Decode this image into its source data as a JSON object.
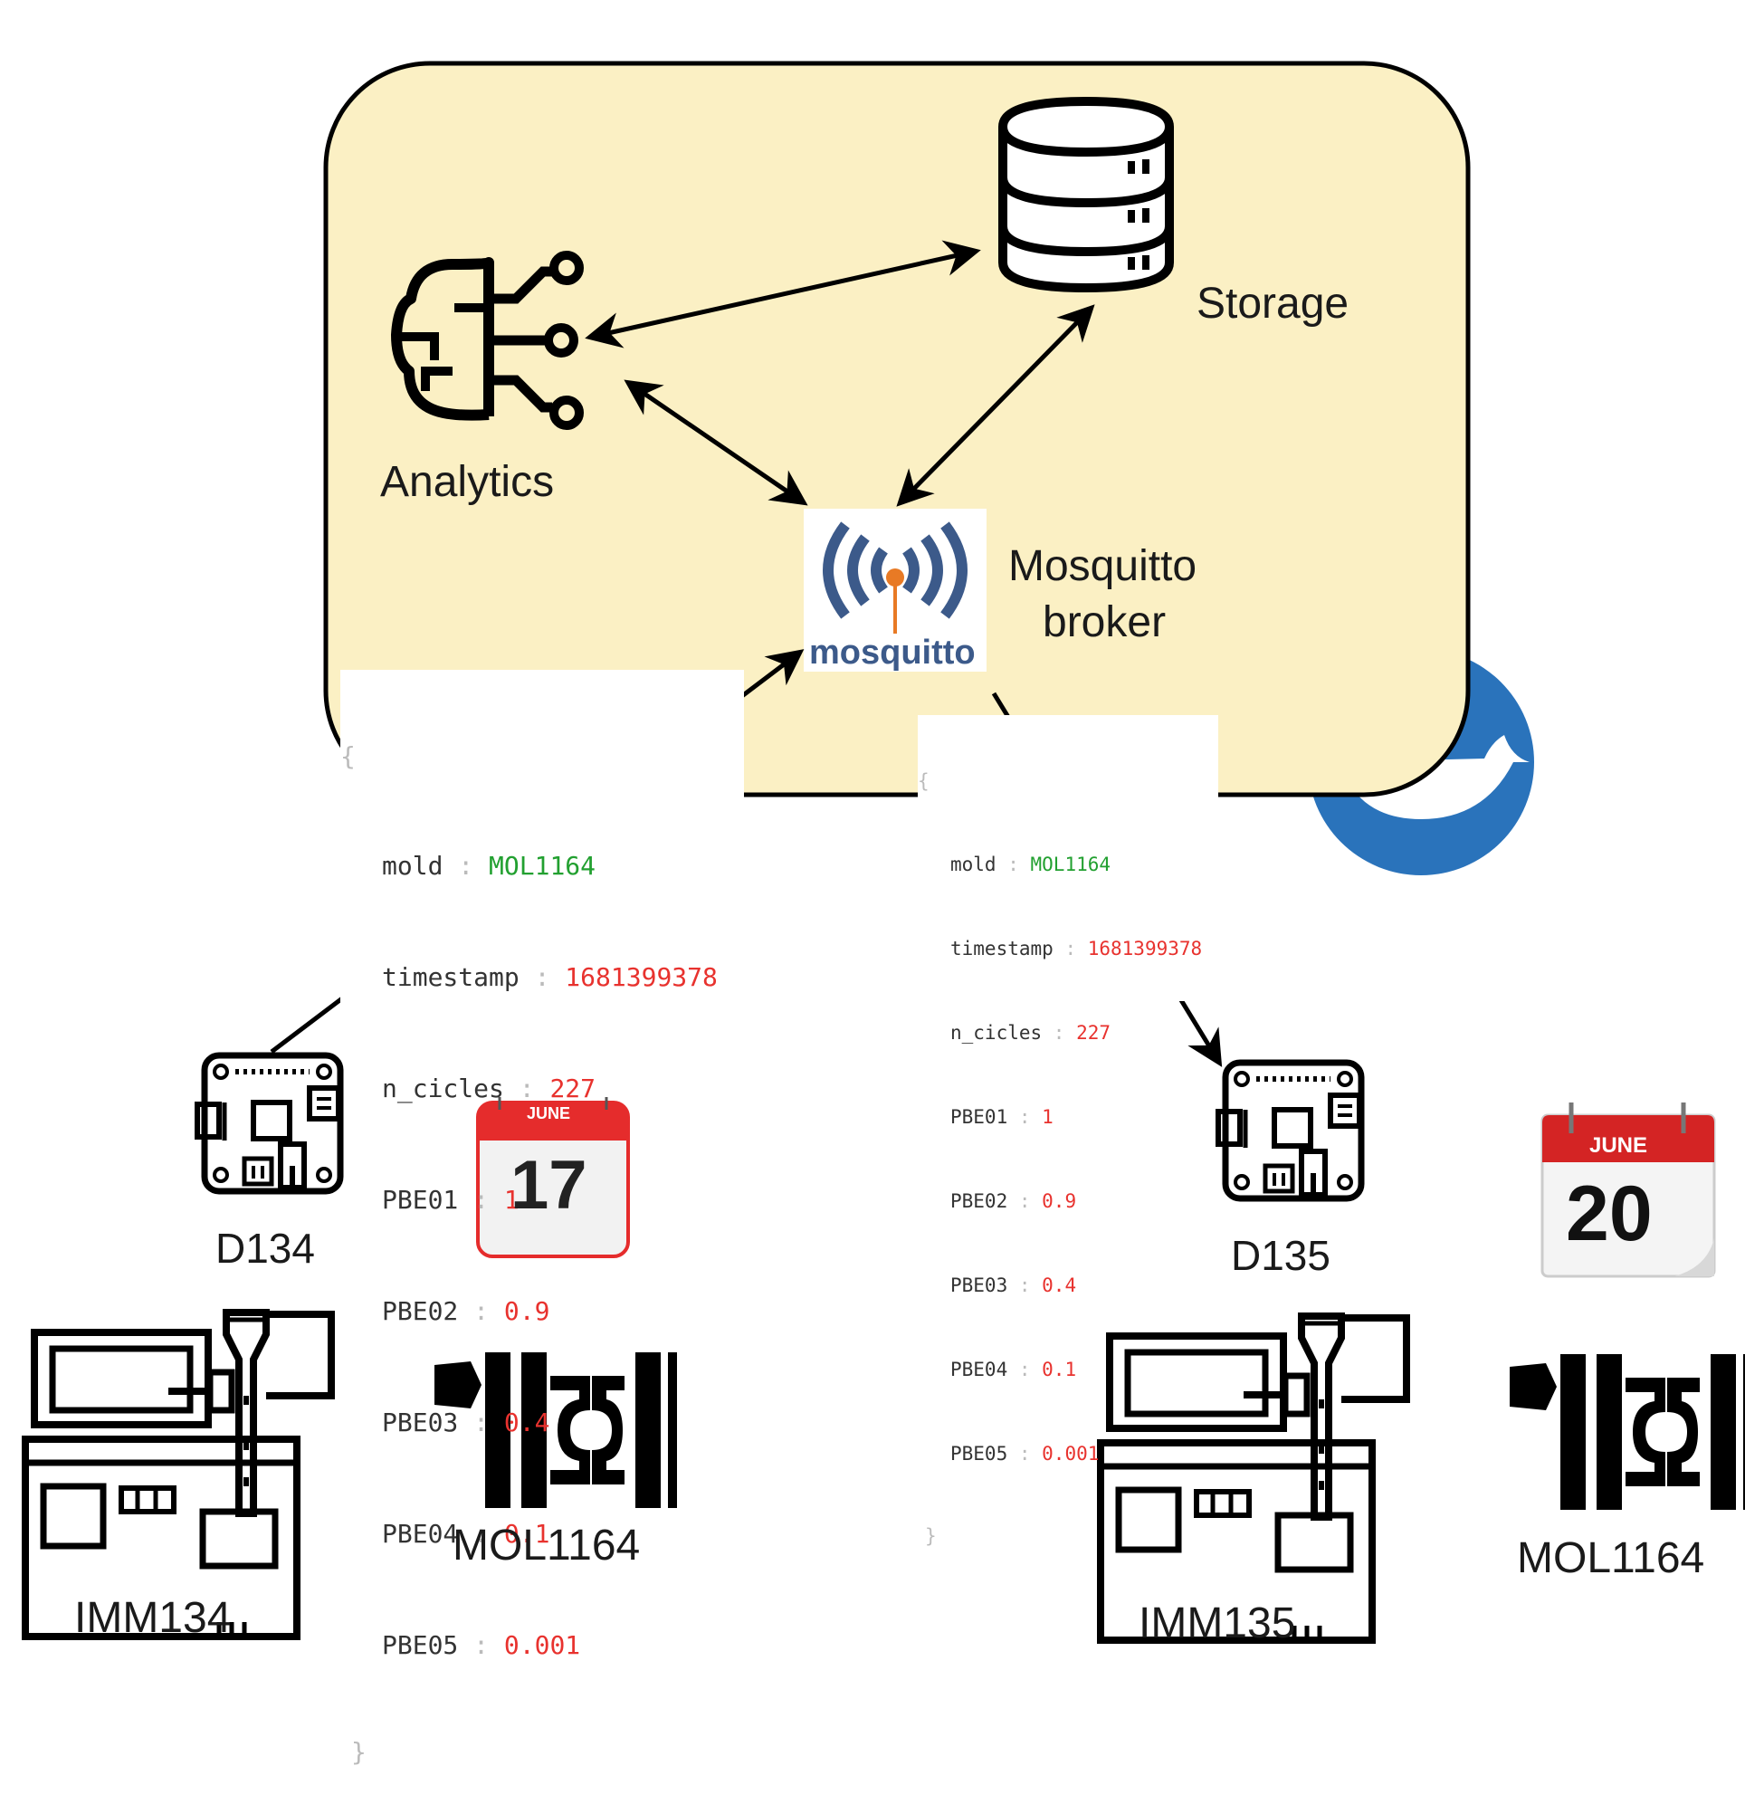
{
  "colors": {
    "cloud_fill": "#fbf0c4",
    "docker_blue": "#2a73bb",
    "mosquitto_orange": "#e87a25",
    "mosquitto_navy": "#3c5a8a",
    "calendar_red": "#e52c2c",
    "json_key": "#333333",
    "json_string": "#22a030",
    "json_number": "#e8322e"
  },
  "icons": {
    "analytics": "brain-circuit-icon",
    "storage": "database-icon",
    "broker": "mosquitto-logo",
    "container": "docker-whale-icon",
    "device": "circuit-board-icon",
    "calendar": "calendar-icon",
    "machine": "injection-molding-machine-icon",
    "mold": "mold-icon"
  },
  "nodes": {
    "analytics_label": "Analytics",
    "storage_label": "Storage",
    "broker_label_line1": "Mosquitto",
    "broker_label_line2": "broker",
    "mosquitto_wordmark": "mosquitto"
  },
  "messages": [
    {
      "open": "{",
      "close": "}",
      "fields": [
        {
          "key": "mold",
          "sep": " : ",
          "value": "MOL1164",
          "kind": "string"
        },
        {
          "key": "timestamp",
          "sep": " : ",
          "value": "1681399378",
          "kind": "number"
        },
        {
          "key": "n_cicles",
          "sep": " : ",
          "value": "227",
          "kind": "number"
        },
        {
          "key": "PBE01",
          "sep": " : ",
          "value": "1",
          "kind": "number"
        },
        {
          "key": "PBE02",
          "sep": " : ",
          "value": "0.9",
          "kind": "number"
        },
        {
          "key": "PBE03",
          "sep": " : ",
          "value": "0.4",
          "kind": "number"
        },
        {
          "key": "PBE04",
          "sep": " : ",
          "value": "0.1",
          "kind": "number"
        },
        {
          "key": "PBE05",
          "sep": " : ",
          "value": "0.001",
          "kind": "number"
        }
      ]
    },
    {
      "open": "{",
      "close": "}",
      "fields": [
        {
          "key": "mold",
          "sep": " : ",
          "value": "MOL1164",
          "kind": "string"
        },
        {
          "key": "timestamp",
          "sep": " : ",
          "value": "1681399378",
          "kind": "number"
        },
        {
          "key": "n_cicles",
          "sep": " : ",
          "value": "227",
          "kind": "number"
        },
        {
          "key": "PBE01",
          "sep": " : ",
          "value": "1",
          "kind": "number"
        },
        {
          "key": "PBE02",
          "sep": " : ",
          "value": "0.9",
          "kind": "number"
        },
        {
          "key": "PBE03",
          "sep": " : ",
          "value": "0.4",
          "kind": "number"
        },
        {
          "key": "PBE04",
          "sep": " : ",
          "value": "0.1",
          "kind": "number"
        },
        {
          "key": "PBE05",
          "sep": " : ",
          "value": "0.001",
          "kind": "number"
        }
      ]
    }
  ],
  "left": {
    "device_label": "D134",
    "calendar_month": "JUNE",
    "calendar_day": "17",
    "machine_label": "IMM134",
    "mold_label": "MOL1164"
  },
  "right": {
    "device_label": "D135",
    "calendar_month": "JUNE",
    "calendar_day": "20",
    "machine_label": "IMM135",
    "mold_label": "MOL1164"
  }
}
